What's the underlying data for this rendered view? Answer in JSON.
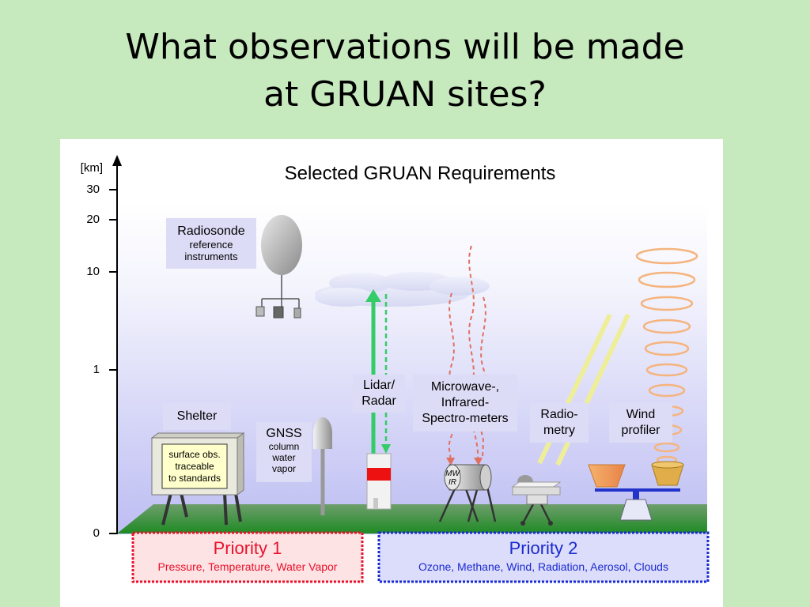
{
  "slide": {
    "title_line1": "What observations will be made",
    "title_line2": "at GRUAN sites?"
  },
  "diagram": {
    "title": "Selected GRUAN Requirements",
    "axis": {
      "unit": "[km]",
      "ticks": [
        "30",
        "20",
        "10",
        "1",
        "0"
      ]
    },
    "instruments": {
      "radiosonde": {
        "title": "Radiosonde",
        "line2": "reference",
        "line3": "instruments"
      },
      "shelter": {
        "title": "Shelter",
        "sign_line1": "surface obs.",
        "sign_line2": "traceable",
        "sign_line3": "to standards"
      },
      "gnss": {
        "title": "GNSS",
        "line2": "column",
        "line3": "water",
        "line4": "vapor"
      },
      "lidar": {
        "line1": "Lidar/",
        "line2": "Radar"
      },
      "spectrometer": {
        "line1": "Microwave-,",
        "line2": "Infrared-",
        "line3": "Spectro-meters",
        "device_line1": "MW",
        "device_line2": "IR"
      },
      "radiometry": {
        "line1": "Radio-",
        "line2": "metry"
      },
      "wind_profiler": {
        "line1": "Wind",
        "line2": "profiler"
      }
    },
    "priority1": {
      "title": "Priority 1",
      "items": "Pressure, Temperature, Water Vapor",
      "color": "#e8112d"
    },
    "priority2": {
      "title": "Priority 2",
      "items": "Ozone, Methane, Wind, Radiation, Aerosol, Clouds",
      "color": "#1a2bd0"
    }
  }
}
